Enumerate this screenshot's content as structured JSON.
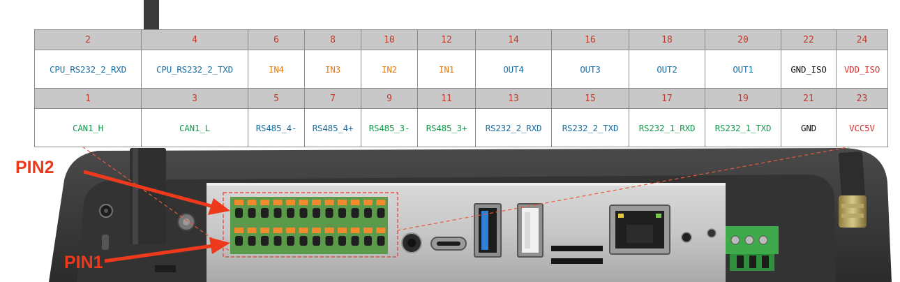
{
  "colors": {
    "red": "#d32f2f",
    "blue": "#1a6ea0",
    "orange": "#e07b12",
    "green": "#169a4e",
    "black": "#111111",
    "callout": "#ee3a1c"
  },
  "top_row": [
    {
      "num": "2",
      "name": "CPU_RS232_2_RXD",
      "color": "#1a6ea0"
    },
    {
      "num": "4",
      "name": "CPU_RS232_2_TXD",
      "color": "#1a6ea0"
    },
    {
      "num": "6",
      "name": "IN4",
      "color": "#e07b12"
    },
    {
      "num": "8",
      "name": "IN3",
      "color": "#e07b12"
    },
    {
      "num": "10",
      "name": "IN2",
      "color": "#e07b12"
    },
    {
      "num": "12",
      "name": "IN1",
      "color": "#e07b12"
    },
    {
      "num": "14",
      "name": "OUT4",
      "color": "#1a6ea0"
    },
    {
      "num": "16",
      "name": "OUT3",
      "color": "#1a6ea0"
    },
    {
      "num": "18",
      "name": "OUT2",
      "color": "#1a6ea0"
    },
    {
      "num": "20",
      "name": "OUT1",
      "color": "#1a6ea0"
    },
    {
      "num": "22",
      "name": "GND_ISO",
      "color": "#111111"
    },
    {
      "num": "24",
      "name": "VDD_ISO",
      "color": "#d32f2f"
    }
  ],
  "bottom_row": [
    {
      "num": "1",
      "name": "CAN1_H",
      "color": "#169a4e"
    },
    {
      "num": "3",
      "name": "CAN1_L",
      "color": "#169a4e"
    },
    {
      "num": "5",
      "name": "RS485_4-",
      "color": "#1a6ea0"
    },
    {
      "num": "7",
      "name": "RS485_4+",
      "color": "#1a6ea0"
    },
    {
      "num": "9",
      "name": "RS485_3-",
      "color": "#169a4e"
    },
    {
      "num": "11",
      "name": "RS485_3+",
      "color": "#169a4e"
    },
    {
      "num": "13",
      "name": "RS232_2_RXD",
      "color": "#1a6ea0"
    },
    {
      "num": "15",
      "name": "RS232_2_TXD",
      "color": "#1a6ea0"
    },
    {
      "num": "17",
      "name": "RS232_1_RXD",
      "color": "#169a4e"
    },
    {
      "num": "19",
      "name": "RS232_1_TXD",
      "color": "#169a4e"
    },
    {
      "num": "21",
      "name": "GND",
      "color": "#111111"
    },
    {
      "num": "23",
      "name": "VCC5V",
      "color": "#d32f2f"
    }
  ],
  "callouts": {
    "pin2": "PIN2",
    "pin1": "PIN1"
  },
  "icons": [
    "antenna-icon",
    "audio-jack-icon",
    "usb-c-port-icon",
    "usb-a-port-icon",
    "sd-card-slot-icon",
    "rj45-port-icon",
    "power-terminal-icon",
    "terminal-block-icon"
  ]
}
